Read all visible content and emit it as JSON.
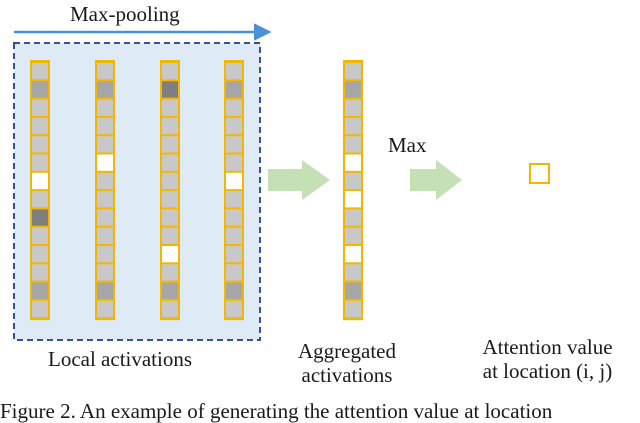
{
  "labels": {
    "max_pooling": "Max-pooling",
    "max": "Max",
    "local_activations": "Local activations",
    "aggregated_line1": "Aggregated",
    "aggregated_line2": "activations",
    "attention_line1": "Attention value",
    "attention_line2": "at location (i, j)",
    "caption": "Figure 2. An example of generating the attention value at location"
  },
  "colors": {
    "cell_border": "#f2b800",
    "cell_light": "#c8c8c8",
    "cell_medium": "#a6a6a6",
    "cell_dark": "#7f7f7f",
    "cell_white": "#ffffff",
    "panel_fill": "#deebf7",
    "panel_border": "#2f5597",
    "arrow_blue": "#4a90d9",
    "arrow_green": "#c5e0b4"
  },
  "columns": {
    "local": [
      [
        "light",
        "medium",
        "light",
        "light",
        "light",
        "light",
        "white",
        "light",
        "dark",
        "light",
        "light",
        "light",
        "medium",
        "light"
      ],
      [
        "light",
        "medium",
        "light",
        "light",
        "light",
        "white",
        "light",
        "light",
        "light",
        "light",
        "light",
        "light",
        "medium",
        "light"
      ],
      [
        "light",
        "dark",
        "light",
        "light",
        "light",
        "light",
        "light",
        "light",
        "light",
        "light",
        "white",
        "light",
        "medium",
        "light"
      ],
      [
        "light",
        "medium",
        "light",
        "light",
        "light",
        "light",
        "white",
        "light",
        "light",
        "light",
        "light",
        "light",
        "medium",
        "light"
      ]
    ],
    "aggregated": [
      "light",
      "medium",
      "light",
      "light",
      "light",
      "white",
      "light",
      "white",
      "light",
      "light",
      "white",
      "light",
      "medium",
      "light"
    ]
  }
}
